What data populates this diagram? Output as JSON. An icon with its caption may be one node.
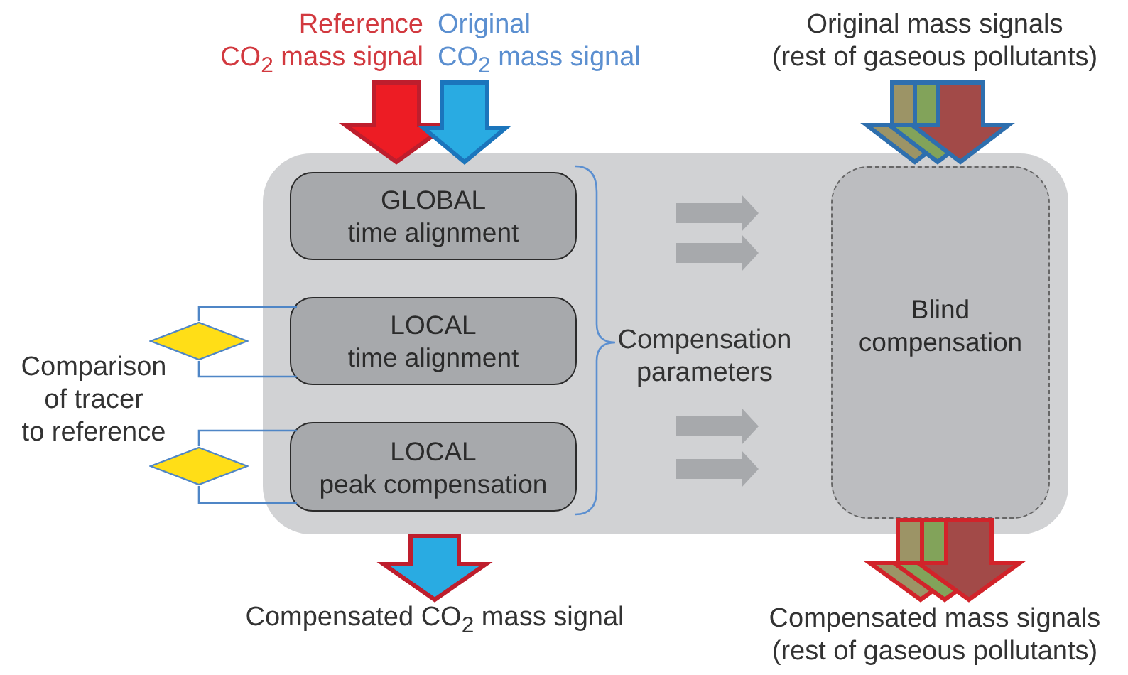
{
  "diagram": {
    "nodes": [
      {
        "text": [
          "Reference CO$_{2}$ mass signal"
        ]
      },
      {
        "text": [
          "Original CO$_{2}$ mass signal"
        ]
      },
      {
        "text": [
          "Original mass signals (rest of gaseous pollutants)"
        ]
      },
      {
        "text": [],
        "shape": "box"
      },
      {
        "text": [
          "GLOBAL time alignment"
        ],
        "in": 3
      },
      {
        "text": [
          "LOCAL time alignment"
        ],
        "in": 3
      },
      {
        "text": [
          "LOCAL peak compensation"
        ],
        "in": 3
      },
      {
        "text": [
          "Compensation parameters"
        ],
        "in": 3
      },
      {
        "text": [
          "Blind compensation"
        ],
        "in": 3
      },
      {
        "text": [],
        "shape": "diamond"
      },
      {
        "text": [],
        "shape": "diamond"
      },
      {
        "text": [
          "Comparison of tracer to reference"
        ]
      },
      {
        "text": [
          "Compensated CO$_{2}$ mass signal"
        ]
      },
      {
        "text": [
          "Compensated mass signals (rest of gaseous pollutants)"
        ]
      }
    ],
    "edges": [
      {
        "from": 0,
        "to": 3,
        "arrow": "to",
        "style": "thick",
        "color": "#be1e2d"
      },
      {
        "from": 1,
        "to": 3,
        "arrow": "to",
        "style": "thick",
        "color": "#1b75bc"
      },
      {
        "from": 2,
        "to": 8,
        "arrow": "to",
        "style": "thick",
        "color": "#2e6fae"
      },
      {
        "from": 3,
        "to": 12,
        "arrow": "to",
        "style": "thick",
        "color": "#be1e2d"
      },
      {
        "from": 8,
        "to": 13,
        "arrow": "to",
        "style": "thick",
        "color": "#d2232a"
      },
      {
        "from": 9,
        "to": 5,
        "arrow": "none"
      },
      {
        "from": 9,
        "to": 5,
        "arrow": "none"
      },
      {
        "from": 10,
        "to": 6,
        "arrow": "none"
      },
      {
        "from": 10,
        "to": 6,
        "arrow": "none"
      }
    ]
  }
}
